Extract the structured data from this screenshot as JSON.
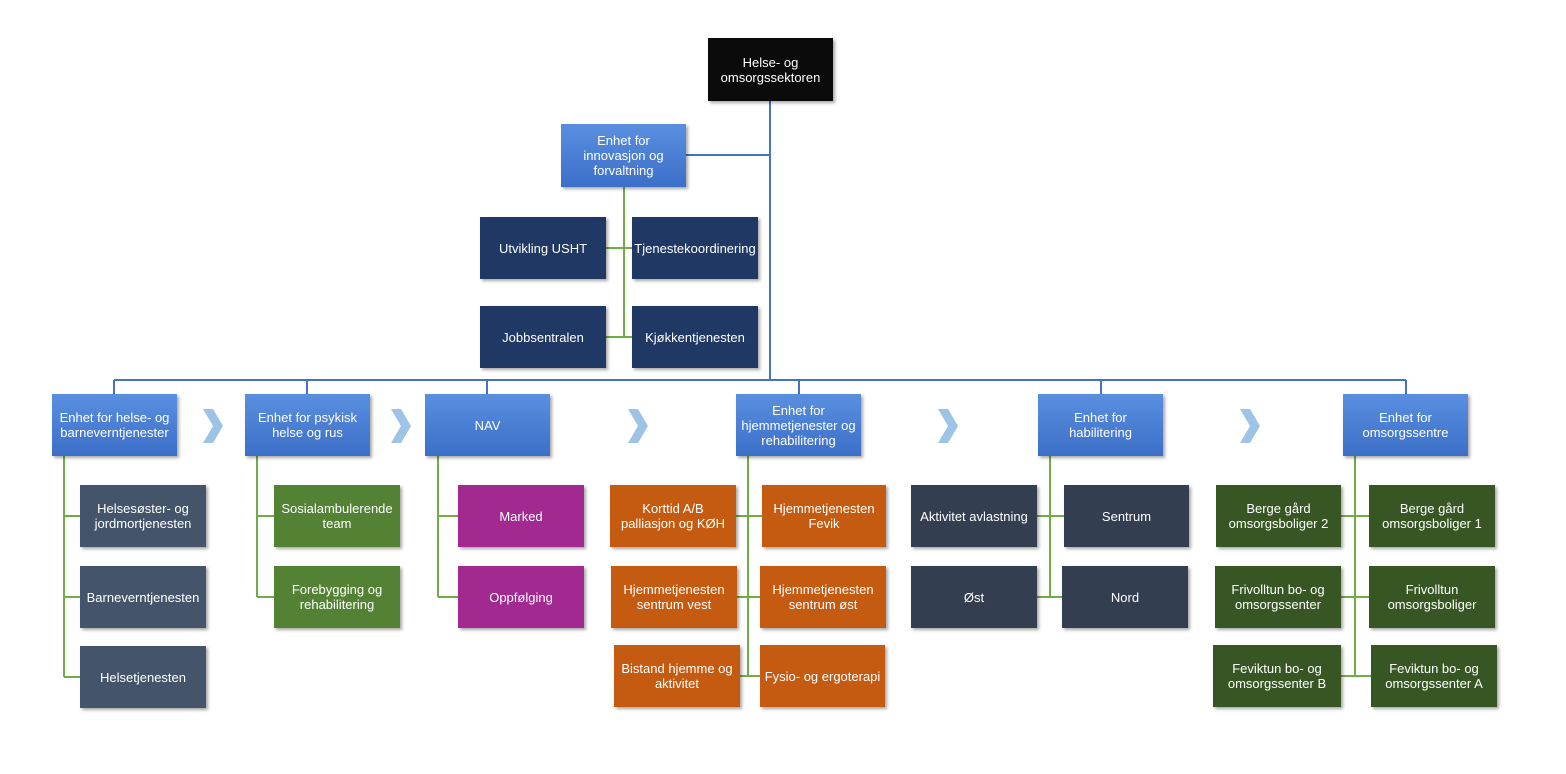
{
  "colors": {
    "top": "#0b0b0b",
    "unit": "#4a7fd6",
    "innovation_sub": "#1f3864",
    "helse_sub": "#44546a",
    "psykisk_sub": "#548235",
    "nav_sub": "#a1298f",
    "hjemme_sub": "#c55a11",
    "habilitering_sub": "#333f50",
    "omsorg_sub": "#375623",
    "connector_blue": "#4472c4",
    "connector_green": "#70ad47",
    "chevron": "#9dc3e6"
  },
  "top": {
    "label": "Helse- og omsorgssektoren"
  },
  "innovation": {
    "label": "Enhet for innovasjon og forvaltning",
    "children": [
      "Utvikling USHT",
      "Tjenestekoordinering",
      "Jobbsentralen",
      "Kjøkkentjenesten"
    ]
  },
  "units": [
    {
      "label": "Enhet for helse- og barneverntjenester",
      "children": [
        "Helsesøster- og jordmortjenesten",
        "Barneverntjenesten",
        "Helsetjenesten"
      ]
    },
    {
      "label": "Enhet for psykisk helse og rus",
      "children": [
        "Sosialambulerende team",
        "Forebygging og rehabilitering"
      ]
    },
    {
      "label": "NAV",
      "children": [
        "Marked",
        "Oppfølging"
      ]
    },
    {
      "label": "Enhet for hjemmetjenester og rehabilitering",
      "children": [
        "Korttid A/B palliasjon og KØH",
        "Hjemmetjenesten Fevik",
        "Hjemmetjenesten sentrum vest",
        "Hjemmetjenesten sentrum øst",
        "Bistand hjemme og aktivitet",
        "Fysio- og ergoterapi"
      ]
    },
    {
      "label": "Enhet for habilitering",
      "children": [
        "Aktivitet avlastning",
        "Sentrum",
        "Øst",
        "Nord"
      ]
    },
    {
      "label": "Enhet for omsorgssentre",
      "children": [
        "Berge gård omsorgsboliger 2",
        "Berge gård omsorgsboliger 1",
        "Frivolltun bo- og omsorgssenter",
        "Frivolltun omsorgsboliger",
        "Feviktun bo- og omsorgssenter B",
        "Feviktun bo- og omsorgssenter A"
      ]
    }
  ]
}
